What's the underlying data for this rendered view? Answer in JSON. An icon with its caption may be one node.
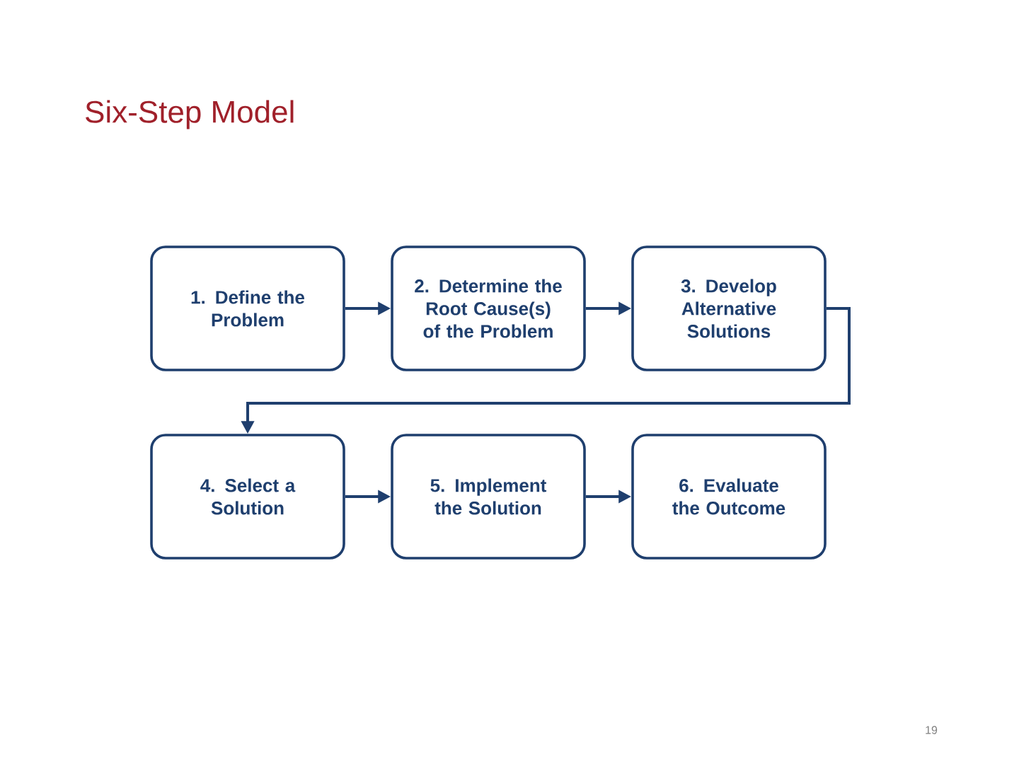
{
  "diagram": {
    "title": "Six-Step Model",
    "nodes": [
      {
        "text": [
          "1.  Define the Problem"
        ]
      },
      {
        "text": [
          "2.  Determine the Root Cause(s) of the Problem"
        ]
      },
      {
        "text": [
          "3.  Develop Alternative Solutions"
        ]
      },
      {
        "text": [
          "4.  Select a Solution"
        ]
      },
      {
        "text": [
          "5.  Implement the Solution"
        ]
      },
      {
        "text": [
          "6.  Evaluate the Outcome"
        ]
      }
    ],
    "edges": [
      {
        "from": 0,
        "to": 1,
        "arrow": "to"
      },
      {
        "from": 1,
        "to": 2,
        "arrow": "to"
      },
      {
        "from": 2,
        "to": 3,
        "arrow": "to"
      },
      {
        "from": 3,
        "to": 4,
        "arrow": "to"
      },
      {
        "from": 4,
        "to": 5,
        "arrow": "to"
      }
    ],
    "labels": [
      "19"
    ]
  }
}
